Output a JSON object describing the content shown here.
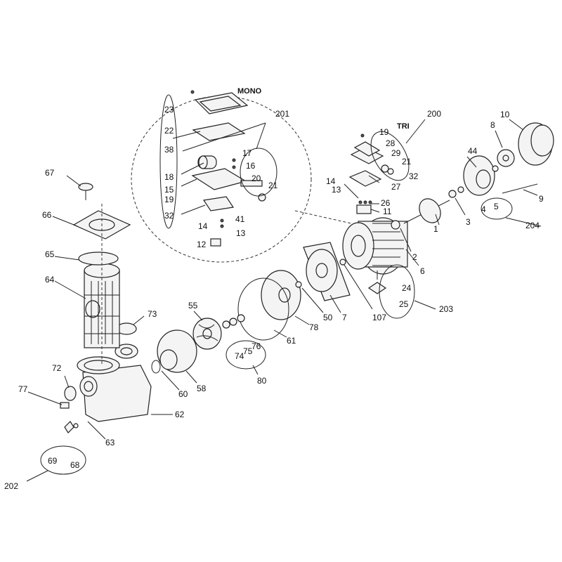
{
  "titles": {
    "mono": "MONO",
    "tri": "TRI"
  },
  "labels": {
    "l1": "1",
    "l2": "2",
    "l3": "3",
    "l4": "4",
    "l5": "5",
    "l6": "6",
    "l7": "7",
    "l8": "8",
    "l9": "9",
    "l10": "10",
    "l11": "11",
    "l12": "12",
    "l13": "13",
    "l13b": "13",
    "l14": "14",
    "l14b": "14",
    "l15": "15",
    "l16": "16",
    "l17": "17",
    "l18": "18",
    "l19": "19",
    "l19b": "19",
    "l20": "20",
    "l21": "21",
    "l21b": "21",
    "l22": "22",
    "l23": "23",
    "l24": "24",
    "l25": "25",
    "l26": "26",
    "l27": "27",
    "l28": "28",
    "l29": "29",
    "l32": "32",
    "l32b": "32",
    "l38": "38",
    "l41": "41",
    "l44": "44",
    "l50": "50",
    "l55": "55",
    "l58": "58",
    "l60": "60",
    "l61": "61",
    "l62": "62",
    "l63": "63",
    "l64": "64",
    "l65": "65",
    "l66": "66",
    "l67": "67",
    "l68": "68",
    "l69": "69",
    "l72": "72",
    "l73": "73",
    "l74": "74",
    "l75": "75",
    "l76": "76",
    "l77": "77",
    "l78": "78",
    "l80": "80",
    "l107": "107",
    "l200": "200",
    "l201": "201",
    "l202": "202",
    "l203": "203",
    "l204": "204"
  }
}
